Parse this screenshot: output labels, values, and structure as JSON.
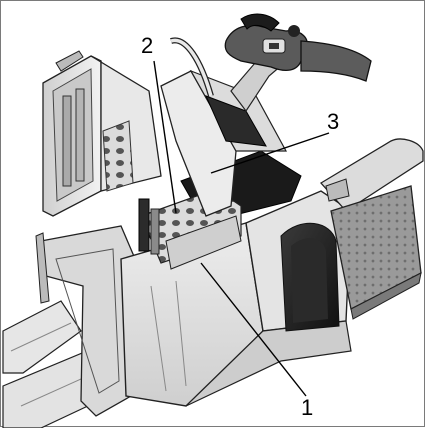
{
  "figure": {
    "callouts": [
      {
        "id": "callout-1",
        "label": "1"
      },
      {
        "id": "callout-2",
        "label": "2"
      },
      {
        "id": "callout-3",
        "label": "3"
      }
    ]
  }
}
